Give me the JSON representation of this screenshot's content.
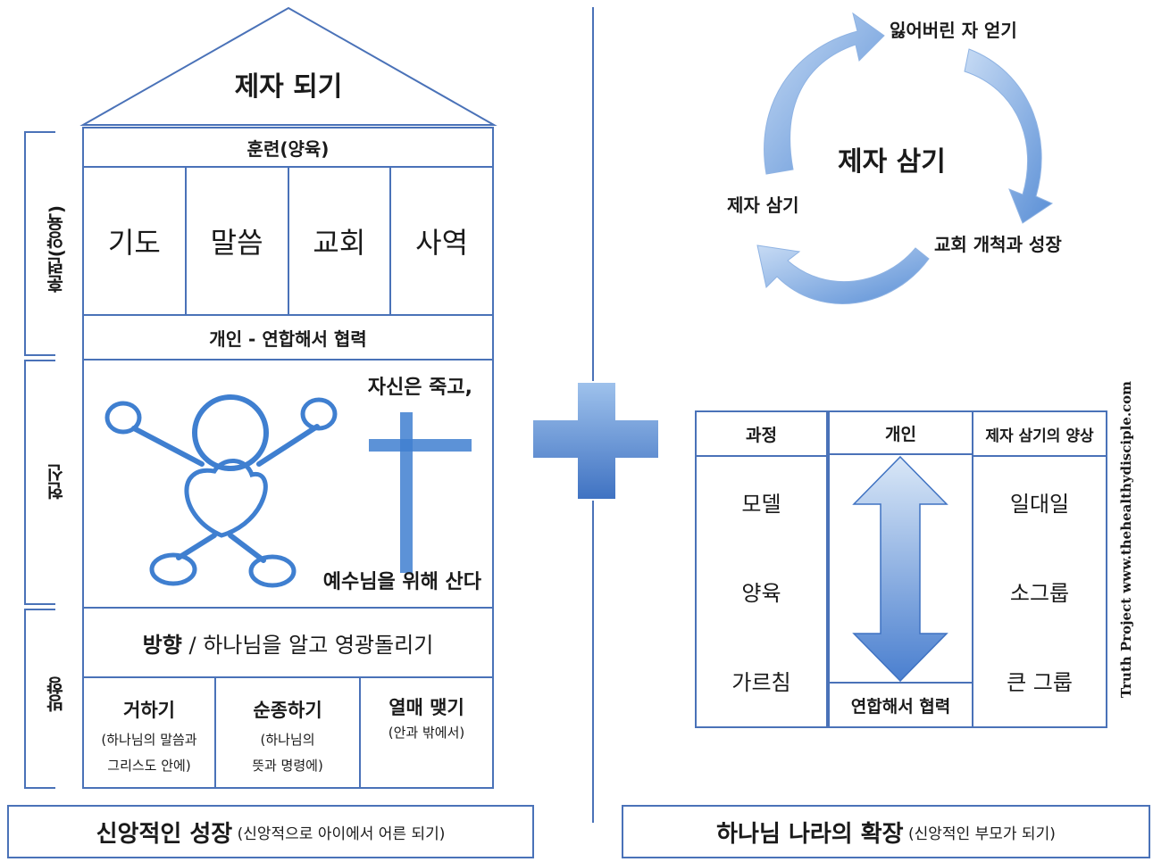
{
  "house": {
    "roof_title": "제자 되기",
    "training_header": "훈련(양육)",
    "pillars": [
      "기도",
      "말씀",
      "교회",
      "사역"
    ],
    "cooperation": "개인 - 연합해서 협력",
    "consecration": {
      "top_text": "자신은 죽고,",
      "bottom_text": "예수님을 위해 산다"
    },
    "direction": {
      "bold": "방향",
      "rest": " / 하나님을 알고 영광돌리기"
    },
    "bottom_cells": [
      {
        "title": "거하기",
        "line1": "(하나님의 말씀과",
        "line2": "그리스도 안에)"
      },
      {
        "title": "순종하기",
        "line1": "(하나님의",
        "line2": "뜻과 명령에)"
      },
      {
        "title": "열매 맺기",
        "line1": "(안과 밖에서)",
        "line2": ""
      }
    ]
  },
  "side_labels": {
    "training": "훈련(양육)",
    "consecration": "헌신",
    "direction": "방향"
  },
  "left_footer": {
    "bold": "신앙적인 성장",
    "normal": " (신앙적으로 아이에서 어른 되기)"
  },
  "cycle": {
    "center": "제자 삼기",
    "top": "잃어버린 자 얻기",
    "right": "교회 개척과 성장",
    "left": "제자 삼기"
  },
  "table": {
    "headers": [
      "과정",
      "개인",
      "제자 삼기의 양상"
    ],
    "left_items": [
      "모델",
      "양육",
      "가르침"
    ],
    "right_items": [
      "일대일",
      "소그룹",
      "큰 그룹"
    ],
    "bottom_middle": "연합해서 협력"
  },
  "watermark": "Truth Project www.thehealthydisciple.com",
  "right_footer": {
    "bold": "하나님 나라의 확장",
    "normal": " (신앙적인 부모가 되기)"
  },
  "colors": {
    "border": "#4a72b8",
    "arrow_light": "#cfe0f5",
    "arrow_dark": "#4a7fcf",
    "figure": "#3f7fd0"
  }
}
